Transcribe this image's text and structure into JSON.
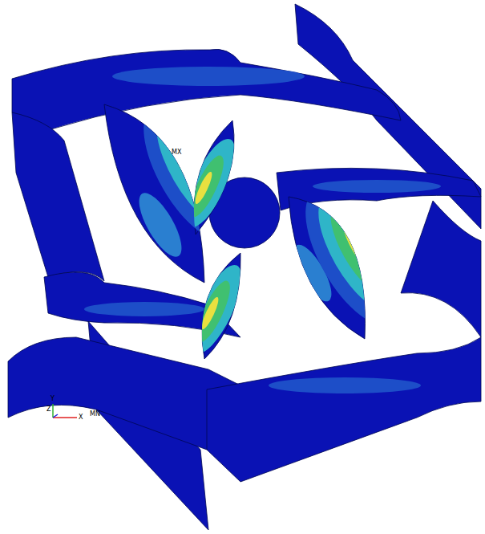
{
  "diagram": {
    "labels": [
      "MX",
      "Y",
      "Z",
      "X",
      "MN"
    ]
  }
}
